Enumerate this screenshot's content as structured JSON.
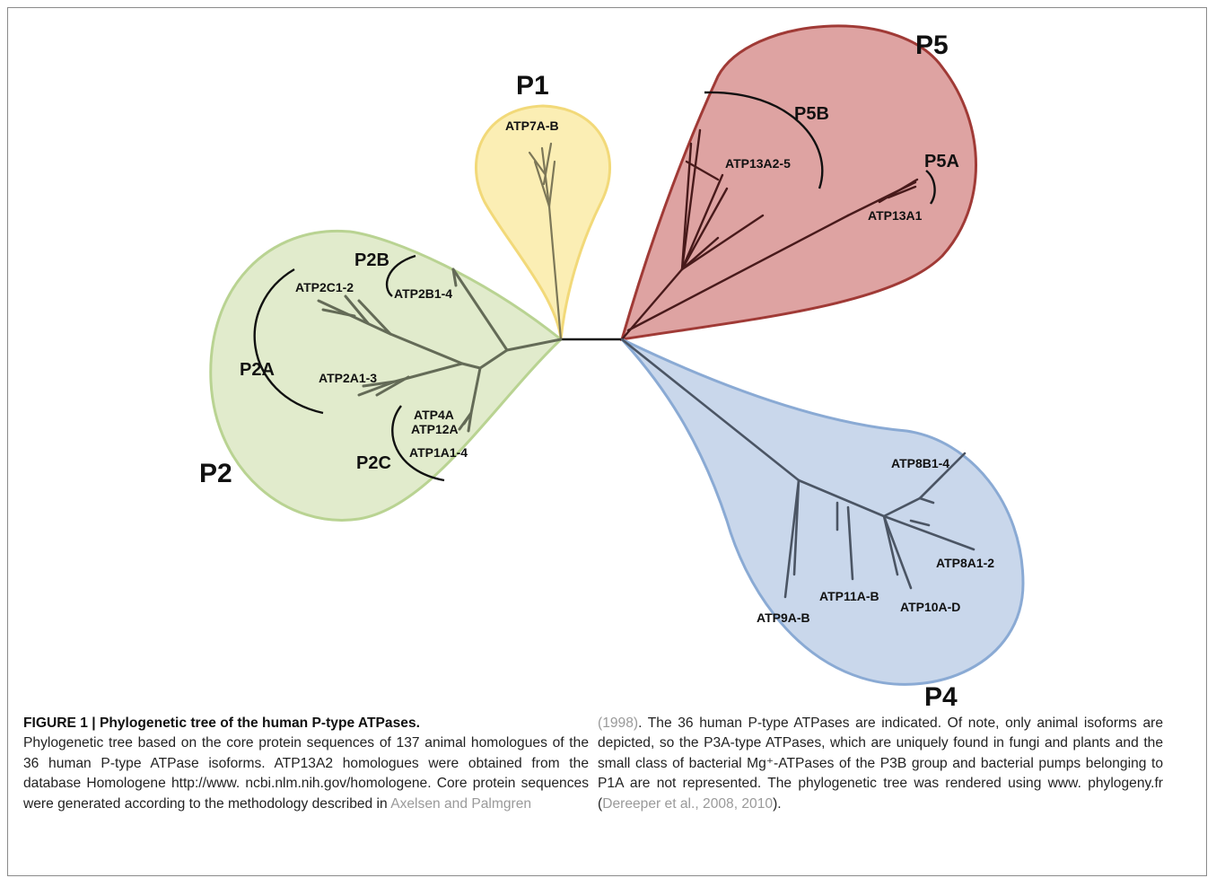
{
  "figure": {
    "groups": {
      "p1": {
        "label": "P1",
        "fill": "#fbeeb4",
        "stroke": "#f2d979",
        "branch": "#7c7758"
      },
      "p2": {
        "label": "P2",
        "fill": "#e1ebcc",
        "stroke": "#b9d392",
        "branch": "#646b57"
      },
      "p4": {
        "label": "P4",
        "fill": "#c9d7eb",
        "stroke": "#8aaad4",
        "branch": "#4b5564"
      },
      "p5": {
        "label": "P5",
        "fill": "#dea3a2",
        "stroke": "#a03a36",
        "branch": "#481a1b"
      }
    },
    "subgroups": {
      "p2a": "P2A",
      "p2b": "P2B",
      "p2c": "P2C",
      "p5a": "P5A",
      "p5b": "P5B"
    },
    "leaves": {
      "atp7a_b": "ATP7A-B",
      "atp2c1_2": "ATP2C1-2",
      "atp2b1_4": "ATP2B1-4",
      "atp2a1_3": "ATP2A1-3",
      "atp4a": "ATP4A",
      "atp12a": "ATP12A",
      "atp1a1_4": "ATP1A1-4",
      "atp13a2_5": "ATP13A2-5",
      "atp13a1": "ATP13A1",
      "atp8b1_4": "ATP8B1-4",
      "atp8a1_2": "ATP8A1-2",
      "atp9a_b": "ATP9A-B",
      "atp11a_b": "ATP11A-B",
      "atp10a_d": "ATP10A-D"
    }
  },
  "caption": {
    "title": "FIGURE 1 | Phylogenetic tree of the human P-type ATPases.",
    "left_body": "Phylogenetic tree based on the core protein sequences of 137 animal homologues of the 36 human P-type ATPase isoforms. ATP13A2 homologues were obtained from the database Homologene http://www. ncbi.nlm.nih.gov/homologene. Core protein sequences were generated according to the methodology described in",
    "cite_axelsen": "Axelsen and Palmgren",
    "cite_year": "(1998)",
    "right_body": ". The 36 human P-type ATPases are indicated. Of note, only animal isoforms are depicted, so the P3A-type ATPases, which are uniquely found in fungi and plants and the small class of bacterial Mg⁺-ATPases of the P3B group and bacterial pumps belonging to P1A are not represented. The phylogenetic tree was rendered using www. phylogeny.fr",
    "paren_open": " (",
    "cite_dereeper": "Dereeper et al., 2008, 2010",
    "paren_close": ")."
  }
}
